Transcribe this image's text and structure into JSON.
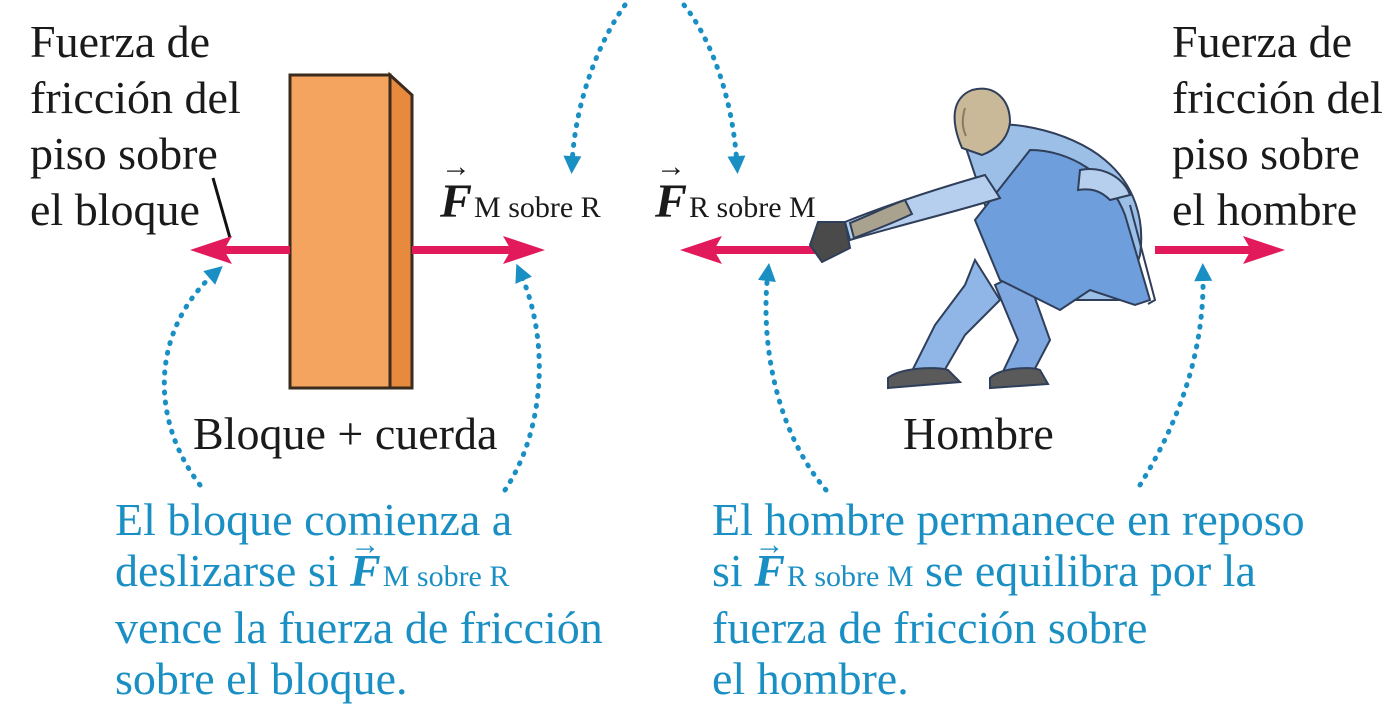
{
  "labels": {
    "left_friction": [
      "Fuerza de",
      "fricción del",
      "piso sobre",
      "el bloque"
    ],
    "right_friction": [
      "Fuerza de",
      "fricción del",
      "piso sobre",
      "el hombre"
    ],
    "block": "Bloque + cuerda",
    "man": "Hombre"
  },
  "forces": {
    "on_rope": {
      "symbol": "F",
      "arrow": "→",
      "subscript": "M sobre R"
    },
    "on_man": {
      "symbol": "F",
      "arrow": "→",
      "subscript": "R sobre M"
    }
  },
  "captions": {
    "left": {
      "line1": "El bloque comienza a",
      "line2_pre": "deslizarse si ",
      "line2_symbol": "F",
      "line2_sub": "M sobre R",
      "line3": "vence la fuerza de fricción",
      "line4": "sobre el bloque."
    },
    "right": {
      "line1": "El hombre permanece en reposo",
      "line2_pre": "si ",
      "line2_symbol": "F",
      "line2_sub": "R sobre M",
      "line2_post": " se equilibra por la",
      "line3": "fuerza de fricción sobre",
      "line4": "el hombre."
    }
  },
  "colors": {
    "force_arrow": "#e2195b",
    "annotation": "#1a8fc4",
    "block_front": "#f4a45f",
    "block_side": "#e78a3e",
    "shirt": "#9cbfe8",
    "apron": "#6e9fdc"
  }
}
